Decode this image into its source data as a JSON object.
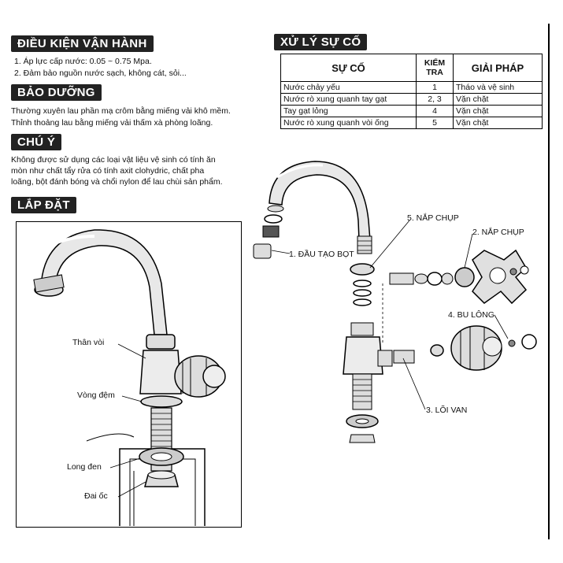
{
  "operating": {
    "title": "ĐIỀU KIỆN VẬN HÀNH",
    "line1": "1. Áp lực cấp nước: 0.05 ~ 0.75 Mpa.",
    "line2": "2. Đảm bảo nguồn nước sạch, không cát, sỏi..."
  },
  "maintenance": {
    "title": "BẢO DƯỠNG",
    "line1": "Thường xuyên lau phần mạ crôm bằng miếng vải khô mềm.",
    "line2": "Thỉnh thoảng lau bằng miếng vải thấm xà phòng loãng."
  },
  "caution": {
    "title": "CHÚ Ý",
    "line1": "Không được sử dụng các loại vật liệu vệ sinh có tính ăn",
    "line2": "mòn như chất tẩy rửa có tính axit clohydric, chất pha",
    "line3": "loãng, bột đánh bóng và chổi nylon để lau chùi sản phẩm."
  },
  "install": {
    "title": "LẮP ĐẶT",
    "labels": {
      "body": "Thân vòi",
      "gasket": "Vòng đệm",
      "washer": "Long đen",
      "nut": "Đai ốc"
    }
  },
  "troubleshoot": {
    "title": "XỬ LÝ SỰ CỐ",
    "headers": {
      "issue": "SỰ CỐ",
      "check_line1": "KIỂM",
      "check_line2": "TRA",
      "solution": "GIẢI PHÁP"
    },
    "rows": [
      {
        "issue": "Nước chảy yếu",
        "check": "1",
        "solution": "Tháo và vệ sinh"
      },
      {
        "issue": "Nước rò xung quanh tay gạt",
        "check": "2, 3",
        "solution": "Vặn chặt"
      },
      {
        "issue": "Tay gạt lỏng",
        "check": "4",
        "solution": "Vặn chặt"
      },
      {
        "issue": "Nước rò xung quanh vòi ống",
        "check": "5",
        "solution": "Vặn chặt"
      }
    ]
  },
  "parts": {
    "aerator": "1. ĐẦU TẠO BỌT",
    "cap2": "2. NẮP CHỤP",
    "cartridge": "3. LÕI VAN",
    "bolt": "4. BU LÔNG",
    "cap5": "5. NẮP CHỤP"
  }
}
